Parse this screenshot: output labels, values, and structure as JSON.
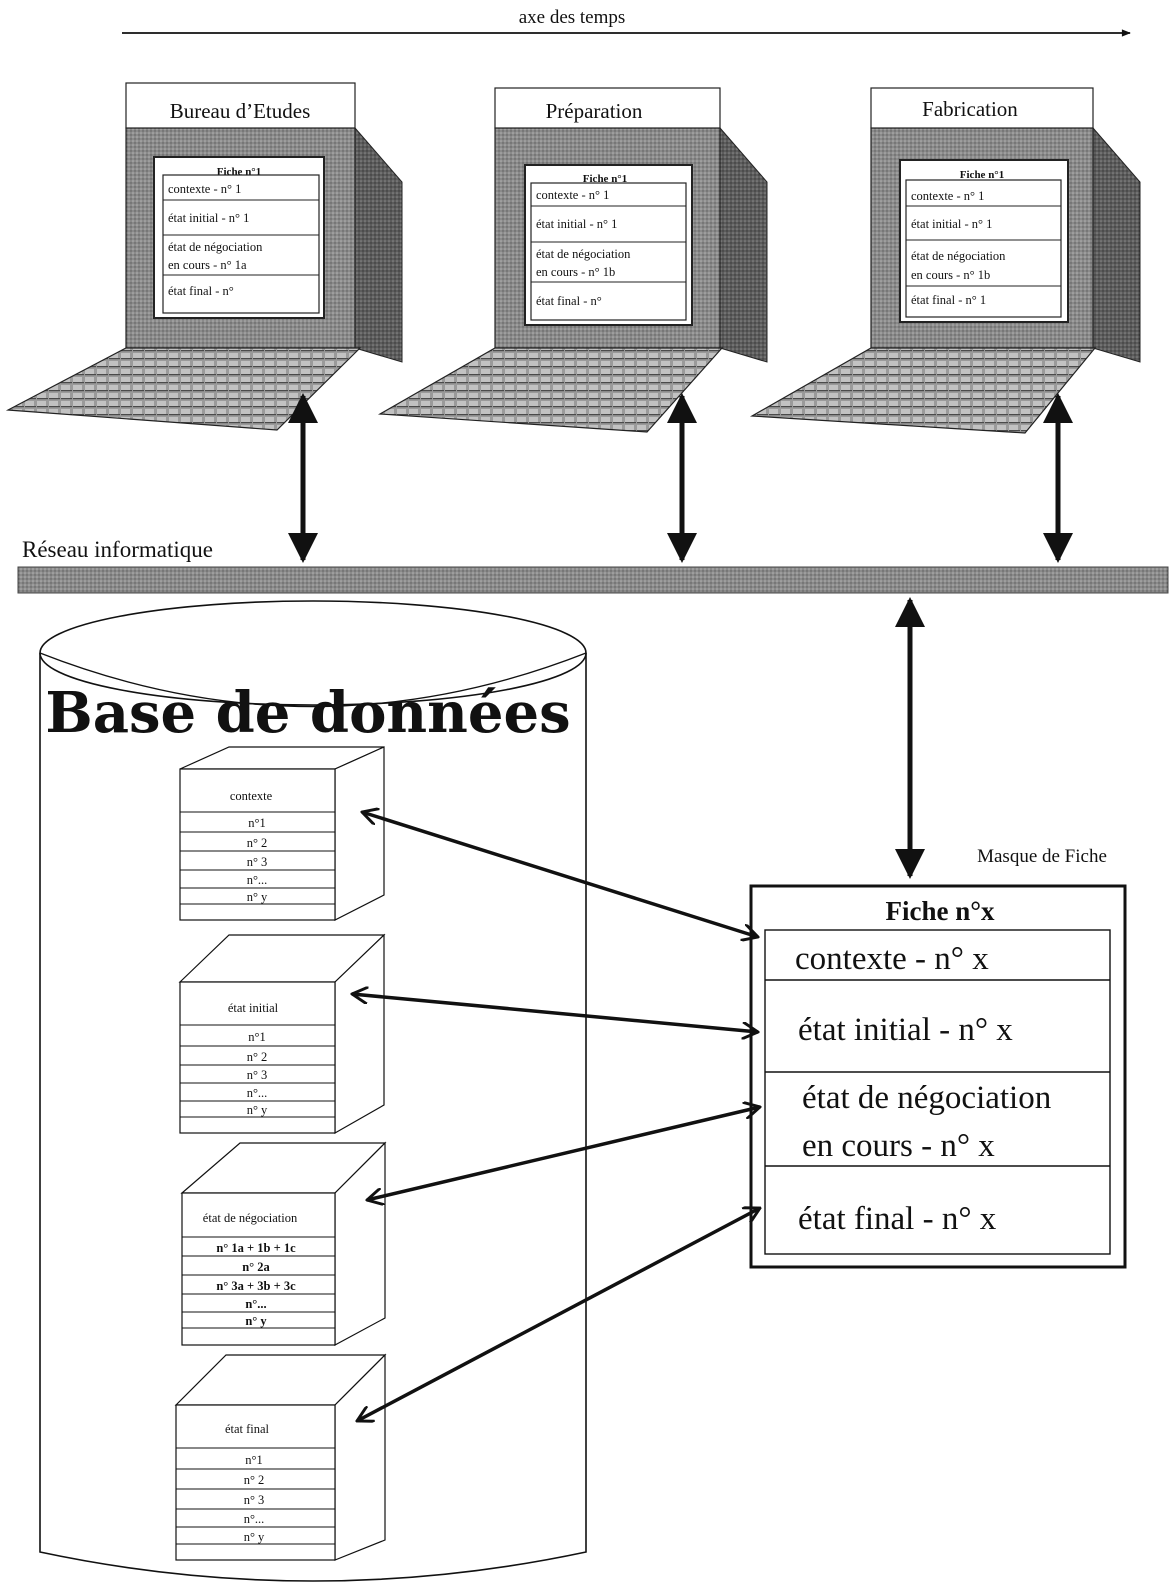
{
  "time_axis_label": "axe des temps",
  "network_label": "Réseau informatique",
  "database_title": "Base de données",
  "mask_label": "Masque de Fiche",
  "workstations": [
    {
      "title": "Bureau d’Etudes",
      "sheet_title": "Fiche n°1",
      "rows": [
        "contexte - n°  1",
        "état initial - n°   1",
        "état de négociation",
        "en cours - n°  1a",
        "état final - n°"
      ]
    },
    {
      "title": "Préparation",
      "sheet_title": "Fiche n°1",
      "rows": [
        "contexte - n°  1",
        "état initial - n°   1",
        "état de négociation",
        "en cours - n°  1b",
        "état final - n°"
      ]
    },
    {
      "title": "Fabrication",
      "sheet_title": "Fiche n°1",
      "rows": [
        "contexte - n°  1",
        "état initial - n°   1",
        "état de négociation",
        "en cours - n°  1b",
        "état final - n°   1"
      ]
    }
  ],
  "tables": [
    {
      "header": "contexte",
      "rows": [
        "n°1",
        "n° 2",
        "n° 3",
        "n°...",
        "n° y"
      ]
    },
    {
      "header": "état initial",
      "rows": [
        "n°1",
        "n° 2",
        "n° 3",
        "n°...",
        "n° y"
      ]
    },
    {
      "header": "état de négociation",
      "rows": [
        "n° 1a + 1b + 1c",
        "n° 2a",
        "n° 3a + 3b + 3c",
        "n°...",
        "n° y"
      ]
    },
    {
      "header": "état final",
      "rows": [
        "n°1",
        "n° 2",
        "n° 3",
        "n°...",
        "n° y"
      ]
    }
  ],
  "mask_sheet": {
    "title": "Fiche n°x",
    "rows": [
      "contexte - n° x",
      "état initial - n° x",
      "état de négociation",
      "en cours - n° x",
      "état final - n° x"
    ]
  }
}
